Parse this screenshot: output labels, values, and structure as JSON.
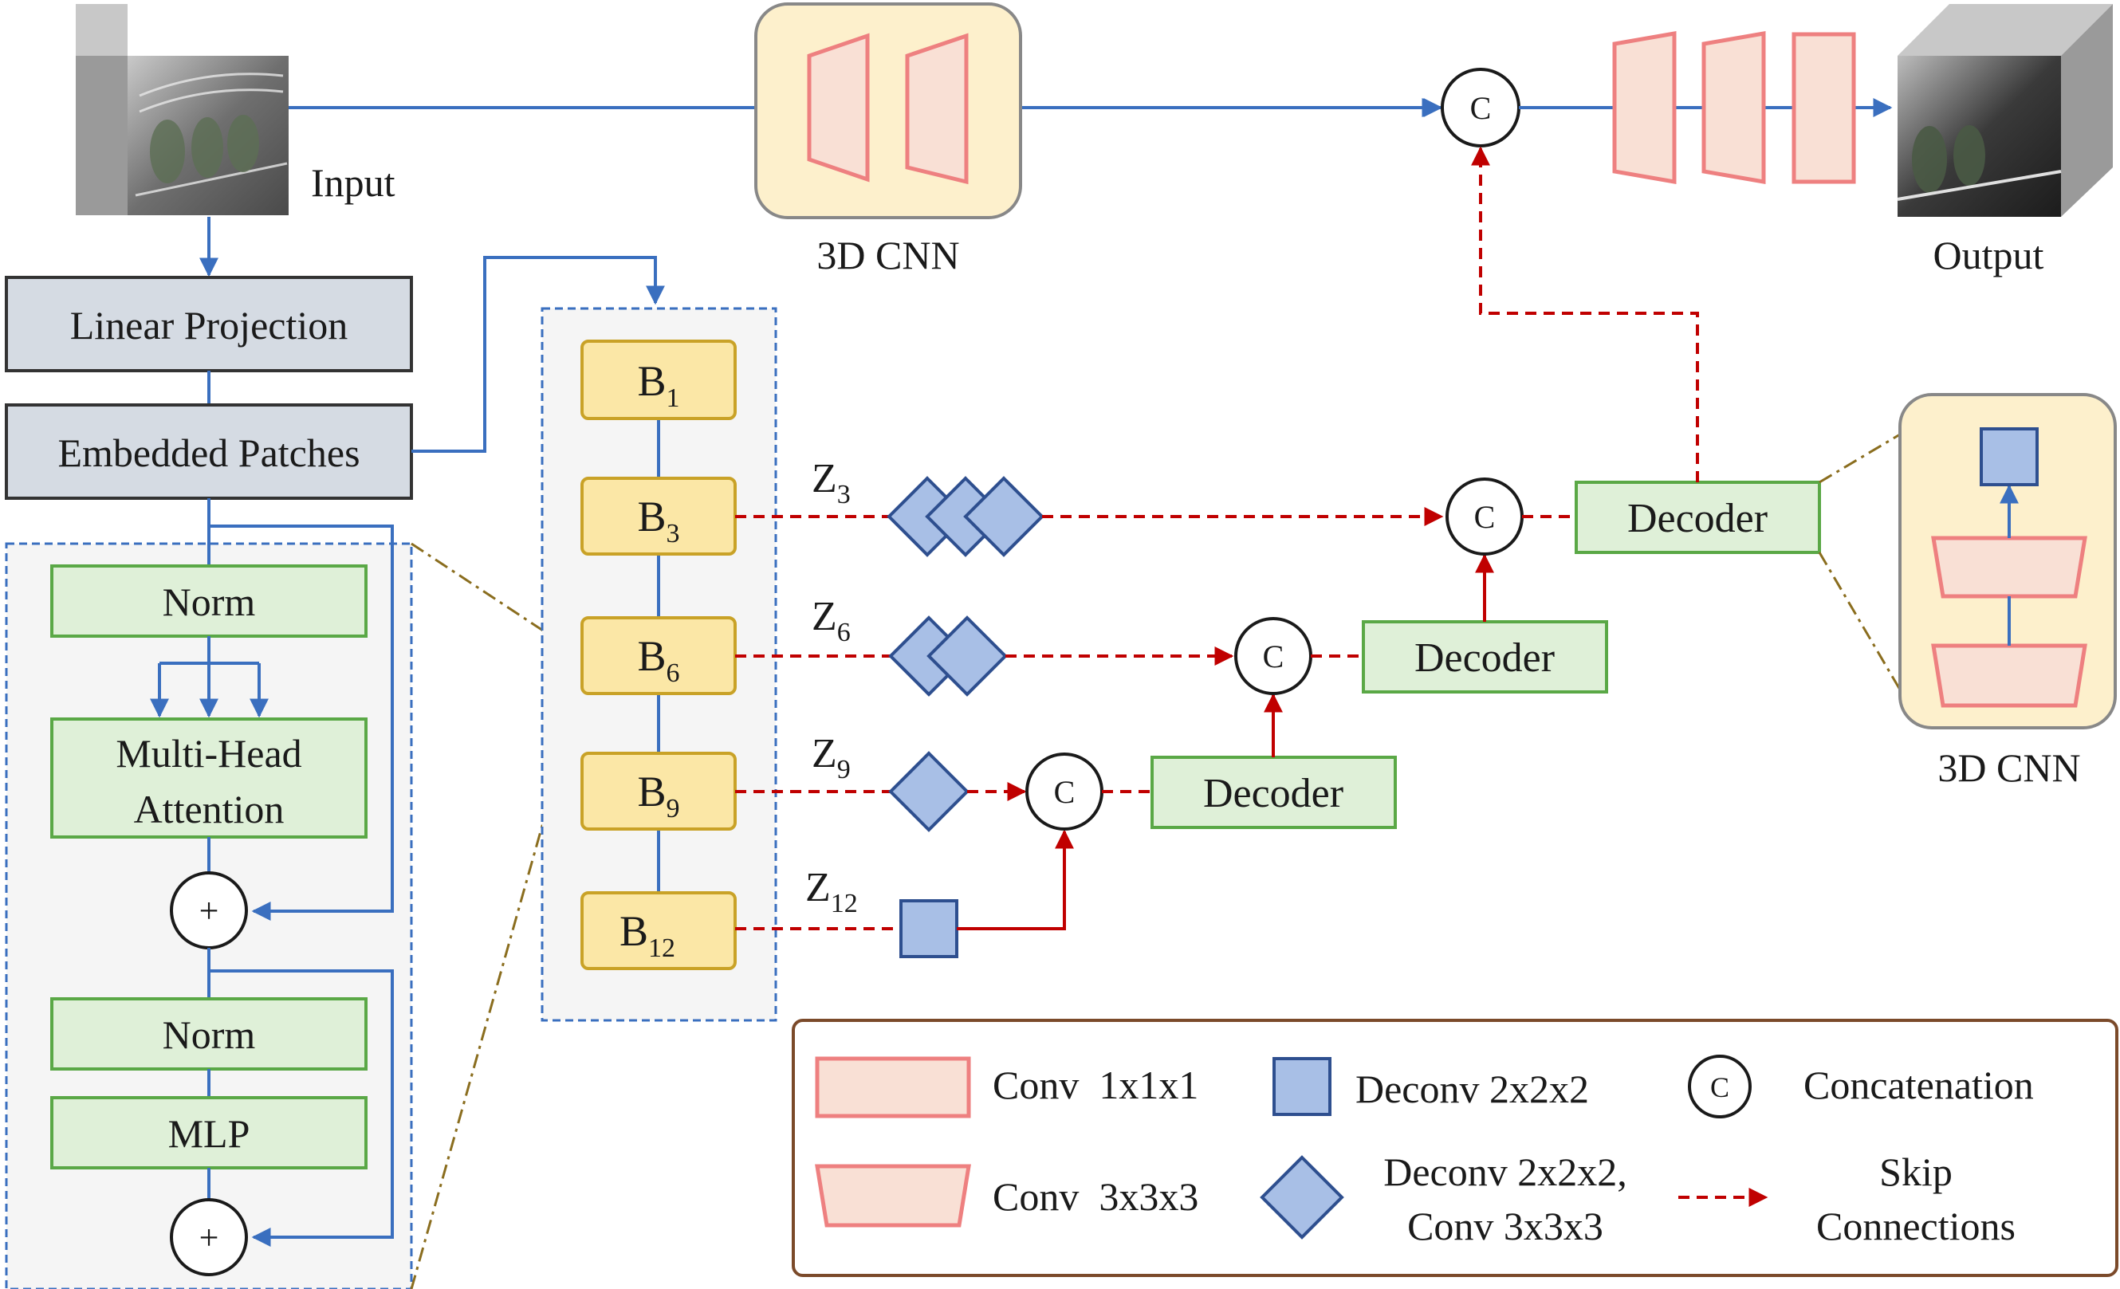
{
  "input": {
    "label": "Input"
  },
  "output": {
    "label": "Output"
  },
  "cnn_top": {
    "label": "3D CNN"
  },
  "cnn_right": {
    "label": "3D CNN"
  },
  "encoder": {
    "linear_projection": "Linear Projection",
    "embedded_patches": "Embedded Patches",
    "norm1": "Norm",
    "mha_line1": "Multi-Head",
    "mha_line2": "Attention",
    "norm2": "Norm",
    "mlp": "MLP",
    "plus": "+"
  },
  "blocks": [
    {
      "base": "B",
      "sub": "1"
    },
    {
      "base": "B",
      "sub": "3"
    },
    {
      "base": "B",
      "sub": "6"
    },
    {
      "base": "B",
      "sub": "9"
    },
    {
      "base": "B",
      "sub": "12"
    }
  ],
  "skips": [
    {
      "base": "Z",
      "sub": "3"
    },
    {
      "base": "Z",
      "sub": "6"
    },
    {
      "base": "Z",
      "sub": "9"
    },
    {
      "base": "Z",
      "sub": "12"
    }
  ],
  "decoder_label": "Decoder",
  "concat_symbol": "C",
  "legend": {
    "conv1": "Conv  1x1x1",
    "conv3": "Conv  3x3x3",
    "deconv": "Deconv 2x2x2",
    "deconv_conv_line1": "Deconv 2x2x2,",
    "deconv_conv_line2": "Conv 3x3x3",
    "concat": "Concatenation",
    "skip_line1": "Skip",
    "skip_line2": "Connections"
  },
  "colors": {
    "blue_line": "#3a6fbf",
    "red_dash": "#c00000",
    "conv_fill": "#f9e0d5",
    "conv_stroke": "#ee8080",
    "block_fill": "#fbe7a6",
    "block_stroke": "#c9a227",
    "green_fill": "#dff0d8",
    "green_stroke": "#5aa846",
    "gray_fill": "#d5dbe3",
    "deconv_fill": "#a8bfe6",
    "deconv_stroke": "#2e4f8f",
    "cnn_bg": "#fdf0cc",
    "legend_border": "#7b4a2a"
  }
}
